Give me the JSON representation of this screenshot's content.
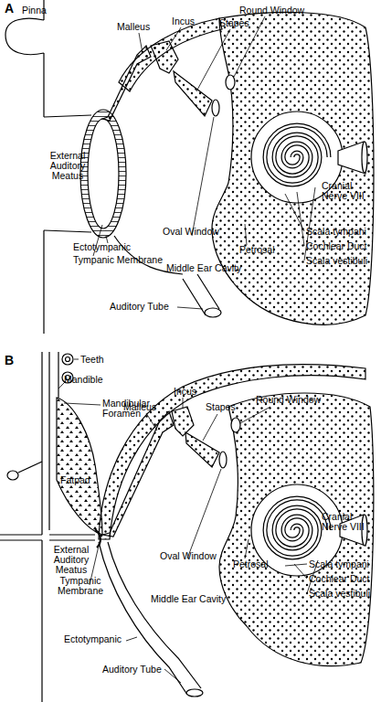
{
  "diagram": {
    "labels": [
      "A",
      "Pinna",
      "Round Window",
      "Malleus",
      "Incus",
      "Stapes",
      "External Auditory Meatus",
      "Ectotympanic",
      "Tympanic Membrane",
      "Oval Window",
      "Petrosal",
      "Middle Ear Cavity",
      "Auditory Tube",
      "Cranial Nerve VIII",
      "Scala tympani",
      "Cochlear Duct",
      "Scala vestibuli",
      "B",
      "Teeth",
      "Mandible",
      "Mandibular Foramen",
      "Fatpad",
      "Malleus",
      "Incus",
      "Stapes",
      "Round Window",
      "External Auditory Meatus",
      "Oval Window",
      "Petrosal",
      "Cranial Nerve VIII",
      "Scala tympani",
      "Cochlear Duct",
      "Scala vestibuli",
      "Tympanic Membrane",
      "Middle Ear Cavity",
      "Ectotympanic",
      "Auditory Tube"
    ]
  }
}
